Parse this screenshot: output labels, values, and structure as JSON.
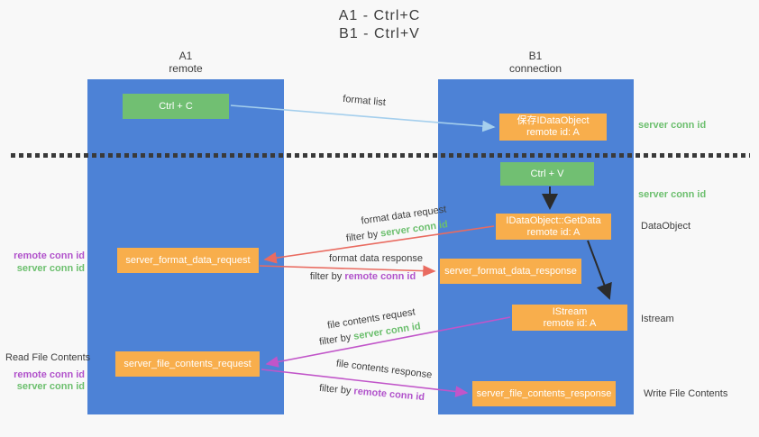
{
  "title": {
    "line1": "A1 - Ctrl+C",
    "line2": "B1 - Ctrl+V"
  },
  "lifelines": {
    "a1": {
      "name": "A1",
      "role": "remote"
    },
    "b1": {
      "name": "B1",
      "role": "connection"
    }
  },
  "nodes": {
    "ctrl_c": {
      "label": "Ctrl + C"
    },
    "save_dataobject": {
      "line1": "保存IDataObject",
      "line2": "remote id: A"
    },
    "ctrl_v": {
      "label": "Ctrl + V"
    },
    "getdata": {
      "line1": "IDataObject::GetData",
      "line2": "remote id: A"
    },
    "server_format_data_request": {
      "label": "server_format_data_request"
    },
    "server_format_data_response": {
      "label": "server_format_data_response"
    },
    "istream": {
      "line1": "IStream",
      "line2": "remote id: A"
    },
    "server_file_contents_request": {
      "label": "server_file_contents_request"
    },
    "server_file_contents_response": {
      "label": "server_file_contents_response"
    }
  },
  "arrow_labels": {
    "format_list": "format list",
    "format_data_request": "format data request",
    "format_data_request_filter_prefix": "filter by ",
    "format_data_request_filter_key": "server conn id",
    "format_data_response": "format data response",
    "format_data_response_filter_prefix": "filter by ",
    "format_data_response_filter_key": "remote conn id",
    "file_contents_request": "file contents request",
    "file_contents_request_filter_prefix": "filter by ",
    "file_contents_request_filter_key": "server conn id",
    "file_contents_response": "file contents response",
    "file_contents_response_filter_prefix": "filter by ",
    "file_contents_response_filter_key": "remote conn id"
  },
  "side_labels": {
    "server_conn_id_top": "server conn id",
    "server_conn_id_mid": "server conn id",
    "dataobject": "DataObject",
    "istream": "Istream",
    "write_file_contents": "Write File Contents",
    "read_file_contents": "Read File Contents",
    "left_remote_conn_id_1": "remote conn id",
    "left_server_conn_id_1": "server conn id",
    "left_remote_conn_id_2": "remote conn id",
    "left_server_conn_id_2": "server conn id"
  },
  "colors": {
    "lifeline_blue": "#4d82d6",
    "action_green": "#71bf72",
    "message_orange": "#f8ae4c",
    "server_conn_green": "#6cbf6e",
    "remote_conn_purple": "#b153cb",
    "format_arrow_red": "#e96b60",
    "file_arrow_magenta": "#c155c9",
    "format_list_blue": "#a5cfed",
    "text_dark": "#3d3d3d",
    "background": "#f8f8f8"
  }
}
